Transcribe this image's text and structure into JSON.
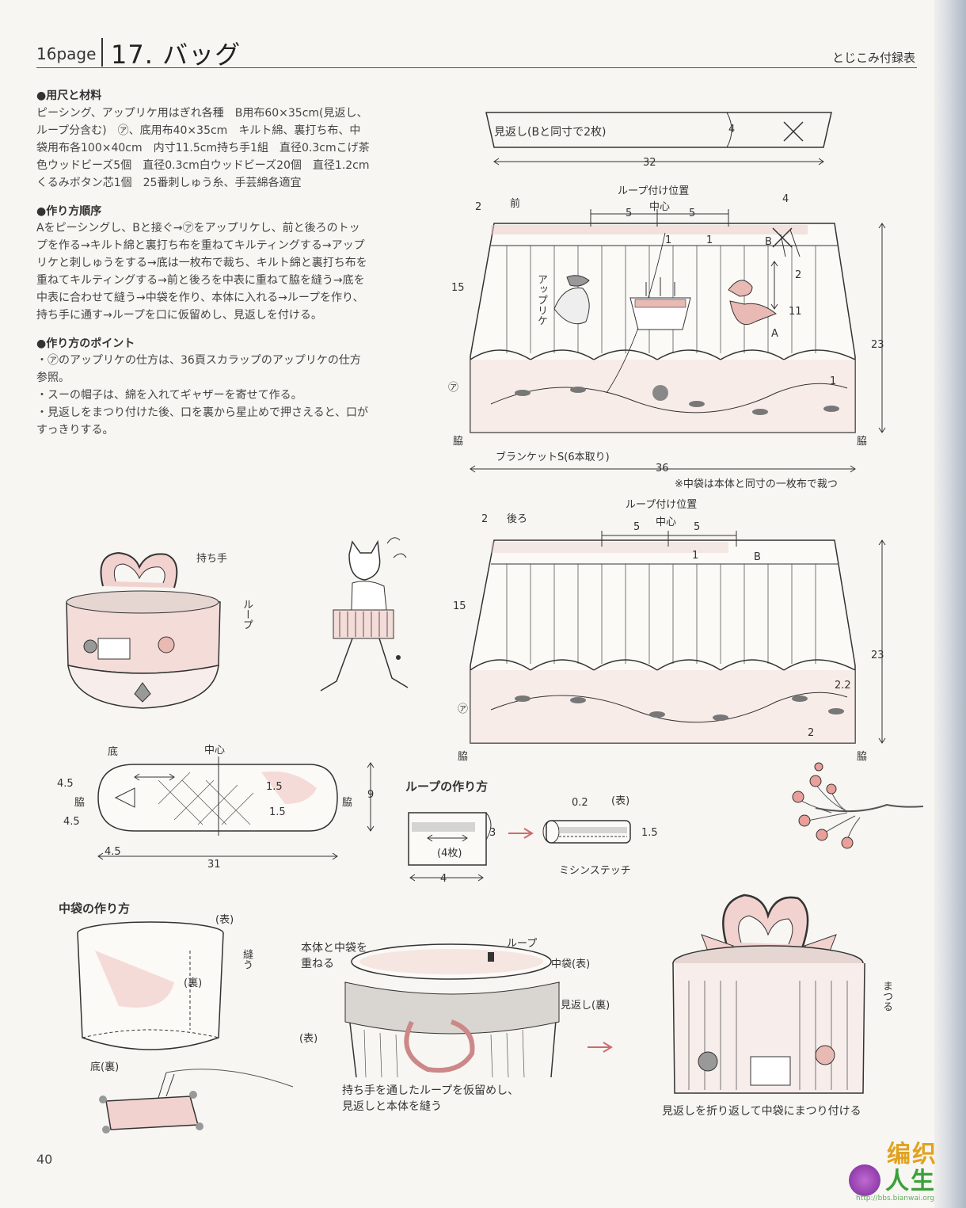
{
  "header": {
    "page_label": "16page",
    "title": "17. バッグ",
    "right_label": "とじこみ付録表"
  },
  "materials": {
    "heading": "●用尺と材料",
    "text": "ピーシング、アップリケ用はぎれ各種　B用布60×35cm(見返し、\nループ分含む)　㋐、底用布40×35cm　キルト綿、裏打ち布、中\n袋用布各100×40cm　内寸11.5cm持ち手1組　直径0.3cmこげ茶\n色ウッドビーズ5個　直径0.3cm白ウッドビーズ20個　直径1.2cm\nくるみボタン芯1個　25番刺しゅう糸、手芸綿各適宜"
  },
  "steps": {
    "heading": "●作り方順序",
    "text": "Aをピーシングし、Bと接ぐ→㋐をアップリケし、前と後ろのトッ\nプを作る→キルト綿と裏打ち布を重ねてキルティングする→アップ\nリケと刺しゅうをする→底は一枚布で裁ち、キルト綿と裏打ち布を\n重ねてキルティングする→前と後ろを中表に重ねて脇を縫う→底を\n中表に合わせて縫う→中袋を作り、本体に入れる→ループを作り、\n持ち手に通す→ループを口に仮留めし、見返しを付ける。"
  },
  "points": {
    "heading": "●作り方のポイント",
    "text": "・㋐のアップリケの仕方は、36頁スカラップのアップリケの仕方\n参照。\n・スーの帽子は、綿を入れてギャザーを寄せて作る。\n・見返しをまつり付けた後、口を裏から星止めで押さえると、口が\nすっきりする。"
  },
  "facing": {
    "label": "見返し(Bと同寸で2枚)",
    "dim_h": "4",
    "dim_w": "32"
  },
  "front": {
    "title": "前",
    "loop_pos": "ループ付け位置",
    "center": "中心",
    "d5a": "5",
    "d5b": "5",
    "d2": "2",
    "d4": "4",
    "d1a": "1",
    "d1b": "1",
    "d1c": "1",
    "d15": "15",
    "d23": "23",
    "d2r": "2",
    "d11": "11",
    "B": "B",
    "A": "A",
    "applique": "アップリケ",
    "a_mark": "㋐",
    "side_l": "脇",
    "side_r": "脇",
    "blanket": "ブランケットS(6本取り)",
    "width": "36",
    "note": "※中袋は本体と同寸の一枚布で裁つ"
  },
  "back": {
    "title": "後ろ",
    "loop_pos": "ループ付け位置",
    "center": "中心",
    "d5a": "5",
    "d5b": "5",
    "d2": "2",
    "d1": "1",
    "B": "B",
    "d15": "15",
    "d23": "23",
    "d22": "2.2",
    "d2b": "2",
    "a_mark": "㋐",
    "side_l": "脇",
    "side_r": "脇"
  },
  "bag_illust": {
    "handle": "持ち手",
    "loop": "ループ"
  },
  "bottom": {
    "title": "底",
    "center": "中心",
    "d45a": "4.5",
    "d45b": "4.5",
    "d45c": "4.5",
    "side_l": "脇",
    "side_r": "脇",
    "d15a": "1.5",
    "d15b": "1.5",
    "height": "9",
    "width": "31"
  },
  "loop_making": {
    "heading": "ループの作り方",
    "count": "(4枚)",
    "d3": "3",
    "d4": "4",
    "d02": "0.2",
    "front_side": "(表)",
    "d15": "1.5",
    "stitch": "ミシンステッチ"
  },
  "inner_bag": {
    "heading": "中袋の作り方",
    "front_side": "(表)",
    "back_side": "(裏)",
    "sew": "縫う",
    "bottom": "底(裏)"
  },
  "assembly": {
    "overlap": "本体と中袋を\n重ねる",
    "loop": "ループ",
    "inner_front": "中袋(表)",
    "facing_back": "見返し(裏)",
    "front_side": "(表)",
    "caption": "持ち手を通したループを仮留めし、\n見返しと本体を縫う"
  },
  "final": {
    "matsuru": "まつる",
    "caption": "見返しを折り返して中袋にまつり付ける"
  },
  "page_number": "40",
  "watermark": {
    "line1": "编织",
    "line2": "人生",
    "url": "http://bbs.bianwai.org"
  },
  "colors": {
    "ink": "#333333",
    "pink": "#e8a7a2",
    "paper": "#f7f6f2"
  }
}
